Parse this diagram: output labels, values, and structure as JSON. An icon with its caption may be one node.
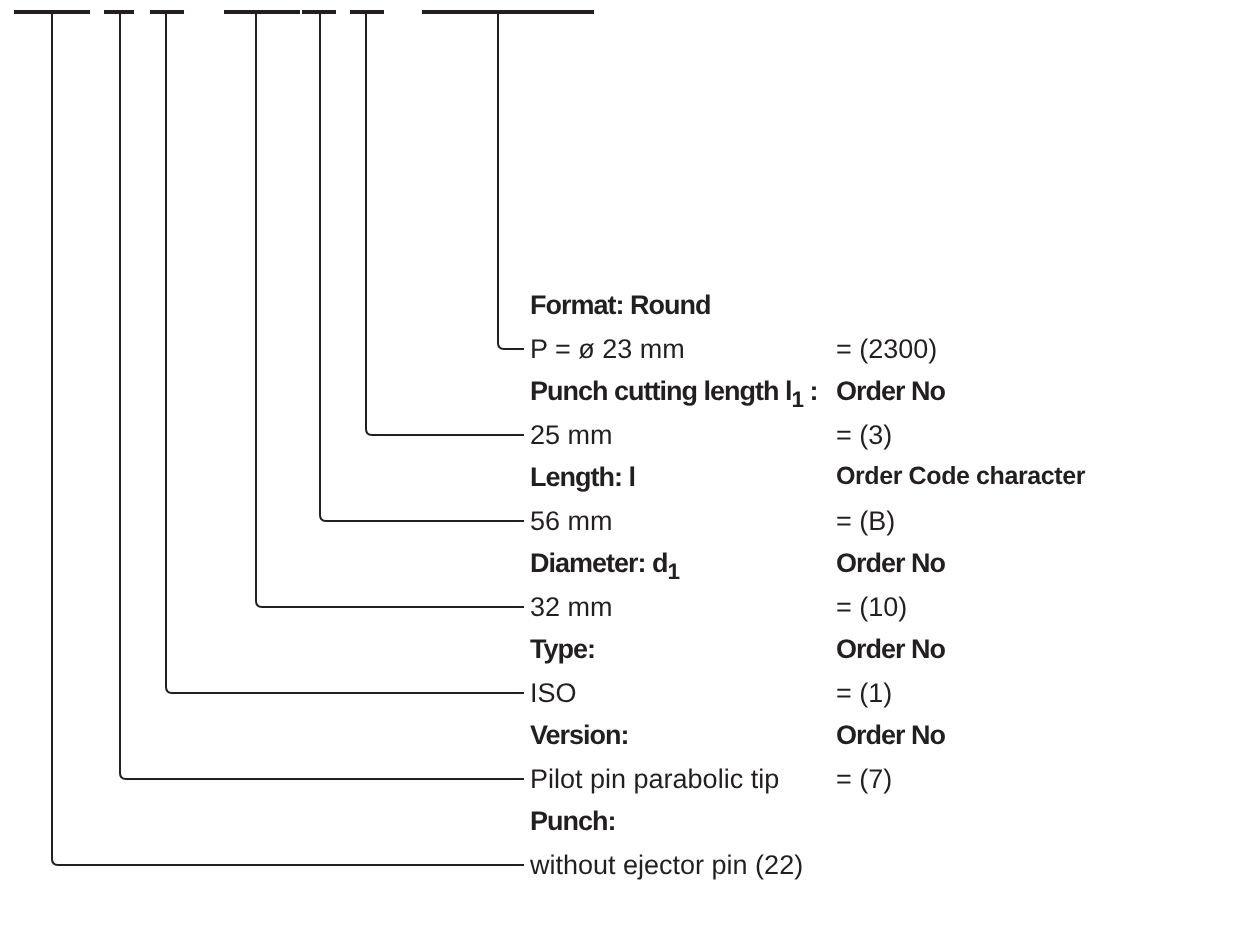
{
  "diagram": {
    "nodes": [
      {
        "text": [],
        "shape": "bar"
      },
      {
        "text": [],
        "shape": "bar"
      },
      {
        "text": [],
        "shape": "bar"
      },
      {
        "text": [],
        "shape": "bar"
      },
      {
        "text": [],
        "shape": "bar"
      },
      {
        "text": [],
        "shape": "bar"
      },
      {
        "text": [],
        "shape": "bar"
      },
      {
        "text": [
          "Format: Round",
          "P = ø 23 mm"
        ],
        "beside": [
          "= (2300)"
        ]
      },
      {
        "text": [
          "Punch cutting length l$_{1}$ :",
          "25 mm"
        ],
        "beside": [
          "Order No",
          "= (3)"
        ]
      },
      {
        "text": [
          "Length: l",
          "56 mm"
        ],
        "beside": [
          "Order Code character",
          "= (B)"
        ]
      },
      {
        "text": [
          "Diameter: d$_{1}$",
          "32 mm"
        ],
        "beside": [
          "Order No",
          "= (10)"
        ]
      },
      {
        "text": [
          "Type:",
          "ISO"
        ],
        "beside": [
          "Order No",
          "= (1)"
        ]
      },
      {
        "text": [
          "Version:",
          "Pilot pin parabolic tip"
        ],
        "beside": [
          "Order No",
          "= (7)"
        ]
      },
      {
        "text": [
          "Punch:",
          "without ejector pin (22)"
        ]
      }
    ],
    "edges": [
      {
        "from": 6,
        "to": 7,
        "arrow": "none"
      },
      {
        "from": 5,
        "to": 8,
        "arrow": "none"
      },
      {
        "from": 4,
        "to": 9,
        "arrow": "none"
      },
      {
        "from": 3,
        "to": 10,
        "arrow": "none"
      },
      {
        "from": 2,
        "to": 11,
        "arrow": "none"
      },
      {
        "from": 1,
        "to": 12,
        "arrow": "none"
      },
      {
        "from": 0,
        "to": 13,
        "arrow": "none"
      }
    ]
  }
}
